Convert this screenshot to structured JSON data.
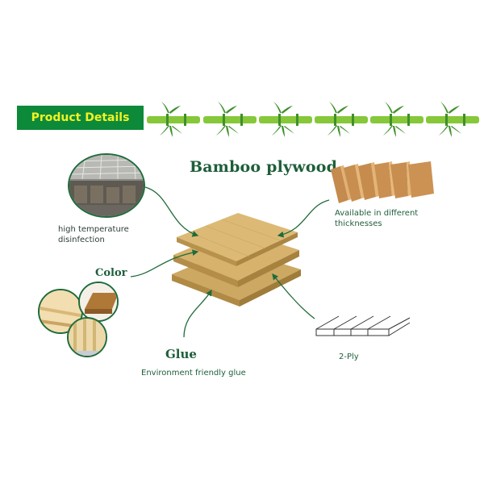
{
  "header": {
    "banner_label": "Product Details",
    "banner_color": "#0c8a3a",
    "banner_text_color": "#f2f223",
    "bamboo_decorations": 6,
    "bamboo_color": "#86c83a"
  },
  "main": {
    "title": "Bamboo plywood",
    "features": {
      "disinfection": {
        "label": "high temperature\ndisinfection",
        "line1": "high temperature",
        "line2": "disinfection"
      },
      "thickness": {
        "line1": "Available in different",
        "line2": "thicknesses"
      },
      "color": {
        "heading": "Color"
      },
      "glue": {
        "heading": "Glue",
        "description": "Environment friendly glue"
      },
      "ply": {
        "label": "2-Ply"
      }
    },
    "accent_color": "#1e5e3a"
  }
}
